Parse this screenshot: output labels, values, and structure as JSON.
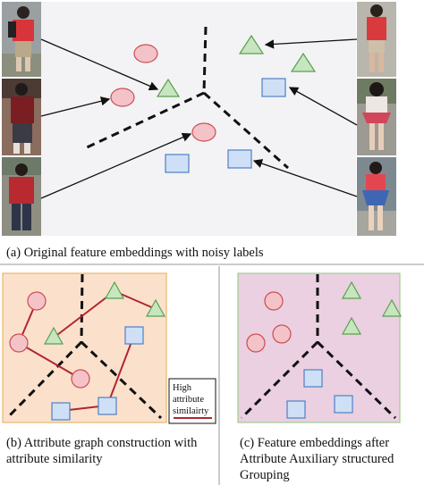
{
  "panels": {
    "a": {
      "caption": "(a) Original feature embeddings with noisy labels"
    },
    "b": {
      "caption": "(b) Attribute graph construction with attribute similarity"
    },
    "c": {
      "caption": "(c) Feature embeddings after Attribute Auxiliary structured Grouping"
    }
  },
  "legend": {
    "line1": "High",
    "line2": "attribute",
    "line3": "similairty"
  },
  "colors": {
    "circle_fill": "#f4c3c8",
    "circle_stroke": "#cc4b55",
    "triangle_fill": "#c6e6bf",
    "triangle_stroke": "#5aa04f",
    "square_fill": "#cfe0f6",
    "square_stroke": "#4f7fc4",
    "panel_b_bg": "#fbe1cc",
    "panel_b_border": "#e8b66a",
    "panel_c_bg": "#ead0e0",
    "panel_c_border": "#9fce8f",
    "edge_color": "#b2262f"
  },
  "icons": [
    "person-photo",
    "circle-marker",
    "triangle-marker",
    "square-marker",
    "arrow-icon"
  ]
}
